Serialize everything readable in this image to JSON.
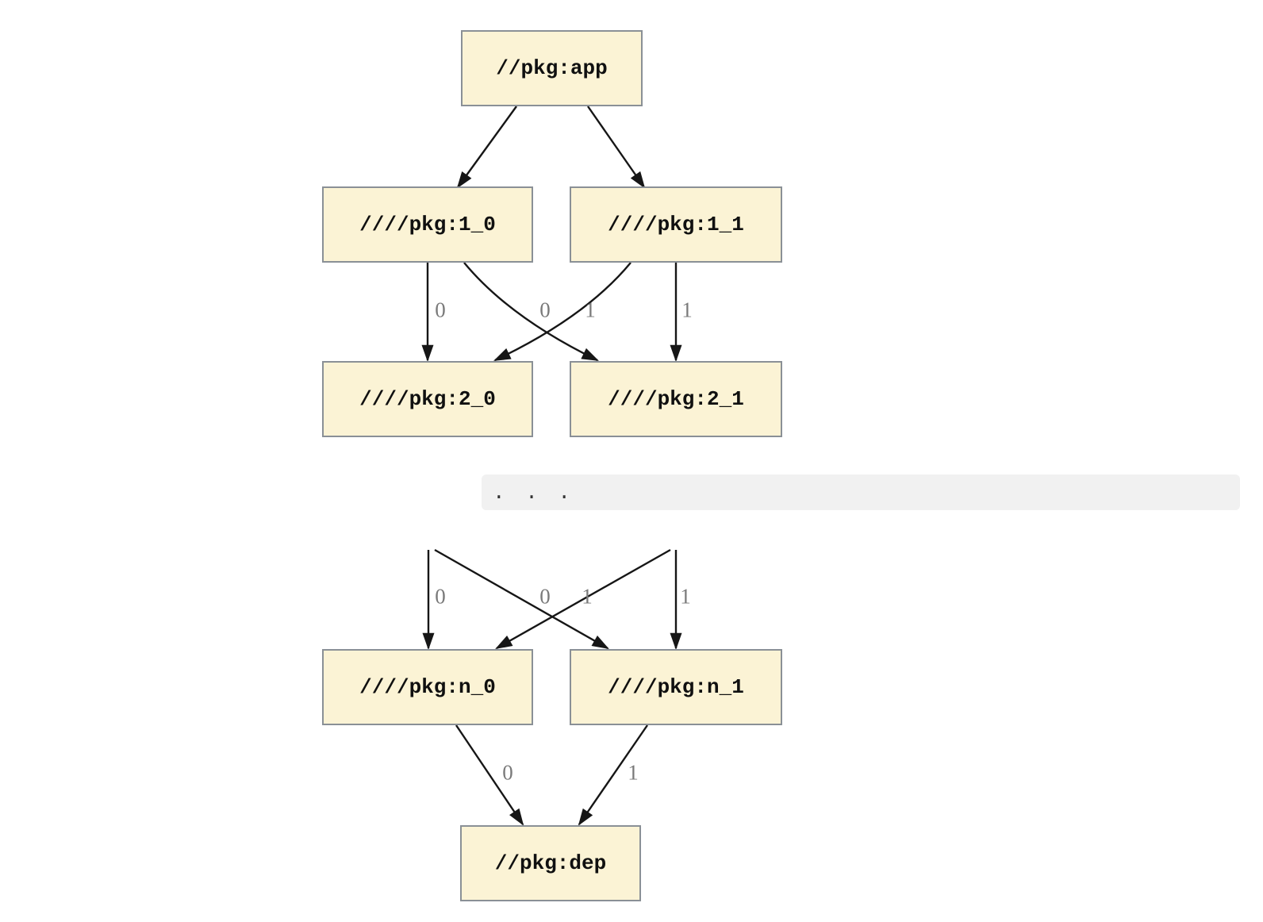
{
  "diagram": {
    "ellipsis": ". . .",
    "nodes": [
      {
        "id": "app",
        "label": "//pkg:app"
      },
      {
        "id": "1_0",
        "label": "////pkg:1_0"
      },
      {
        "id": "1_1",
        "label": "////pkg:1_1"
      },
      {
        "id": "2_0",
        "label": "////pkg:2_0"
      },
      {
        "id": "2_1",
        "label": "////pkg:2_1"
      },
      {
        "id": "n_0",
        "label": "////pkg:n_0"
      },
      {
        "id": "n_1",
        "label": "////pkg:n_1"
      },
      {
        "id": "dep",
        "label": "//pkg:dep"
      }
    ],
    "edges": [
      {
        "from": "app",
        "to": "1_0"
      },
      {
        "from": "app",
        "to": "1_1"
      },
      {
        "from": "1_0",
        "to": "2_0",
        "label": "0"
      },
      {
        "from": "1_0",
        "to": "2_1",
        "label": "1"
      },
      {
        "from": "1_1",
        "to": "2_0",
        "label": "0"
      },
      {
        "from": "1_1",
        "to": "2_1",
        "label": "1"
      },
      {
        "from": "ellipsis",
        "to": "n_0",
        "label": "0"
      },
      {
        "from": "ellipsis",
        "to": "n_1",
        "label": "1"
      },
      {
        "from": "ellipsis",
        "to": "n_0",
        "label": "0"
      },
      {
        "from": "ellipsis",
        "to": "n_1",
        "label": "1"
      },
      {
        "from": "n_0",
        "to": "dep",
        "label": "0"
      },
      {
        "from": "n_1",
        "to": "dep",
        "label": "1"
      }
    ],
    "colors": {
      "node_fill": "#fbf3d5",
      "node_border": "#8a9096",
      "edge": "#161616",
      "edge_label": "#7a7a7a",
      "ellipsis_bar_bg": "#f1f1f1",
      "ellipsis_text": "#333333"
    }
  }
}
